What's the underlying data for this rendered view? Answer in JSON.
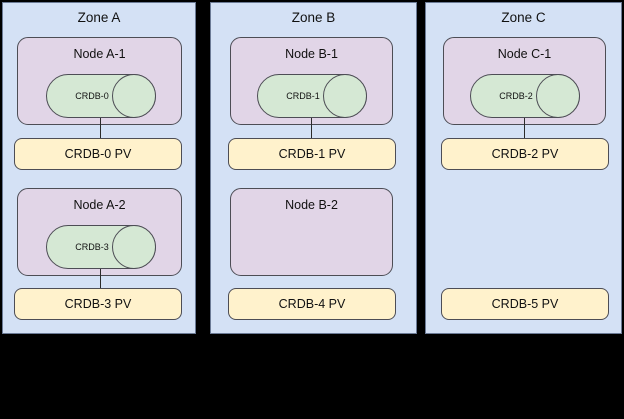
{
  "diagram": {
    "title_visible": false,
    "colors": {
      "zone_fill": "#d4e1f5",
      "zone_stroke": "#6c7b96",
      "node_fill": "#e1d5e7",
      "node_stroke": "#4d4d55",
      "pod_fill": "#d5e8d4",
      "pod_stroke": "#4d4d55",
      "pv_fill": "#fff2cc",
      "pv_stroke": "#4d4d55",
      "link_stroke": "#2b2b2b",
      "background": "#000000"
    },
    "zones": [
      {
        "id": "zone-a",
        "label": "Zone A",
        "nodes": [
          {
            "id": "node-a-1",
            "label": "Node A-1",
            "pod": {
              "id": "crdb-0",
              "label": "CRDB-0"
            },
            "has_pod": true,
            "linked_to_pv": true
          },
          {
            "id": "node-a-2",
            "label": "Node A-2",
            "pod": {
              "id": "crdb-3",
              "label": "CRDB-3"
            },
            "has_pod": true,
            "linked_to_pv": true
          }
        ],
        "pvs": [
          {
            "id": "pv-crdb-0",
            "label": "CRDB-0 PV"
          },
          {
            "id": "pv-crdb-3",
            "label": "CRDB-3 PV"
          }
        ]
      },
      {
        "id": "zone-b",
        "label": "Zone B",
        "nodes": [
          {
            "id": "node-b-1",
            "label": "Node B-1",
            "pod": {
              "id": "crdb-1",
              "label": "CRDB-1"
            },
            "has_pod": true,
            "linked_to_pv": true
          },
          {
            "id": "node-b-2",
            "label": "Node B-2",
            "pod": null,
            "has_pod": false,
            "linked_to_pv": false
          }
        ],
        "pvs": [
          {
            "id": "pv-crdb-1",
            "label": "CRDB-1 PV"
          },
          {
            "id": "pv-crdb-4",
            "label": "CRDB-4 PV"
          }
        ]
      },
      {
        "id": "zone-c",
        "label": "Zone C",
        "nodes": [
          {
            "id": "node-c-1",
            "label": "Node C-1",
            "pod": {
              "id": "crdb-2",
              "label": "CRDB-2"
            },
            "has_pod": true,
            "linked_to_pv": true
          }
        ],
        "pvs": [
          {
            "id": "pv-crdb-2",
            "label": "CRDB-2 PV"
          },
          {
            "id": "pv-crdb-5",
            "label": "CRDB-5 PV"
          }
        ]
      }
    ]
  }
}
